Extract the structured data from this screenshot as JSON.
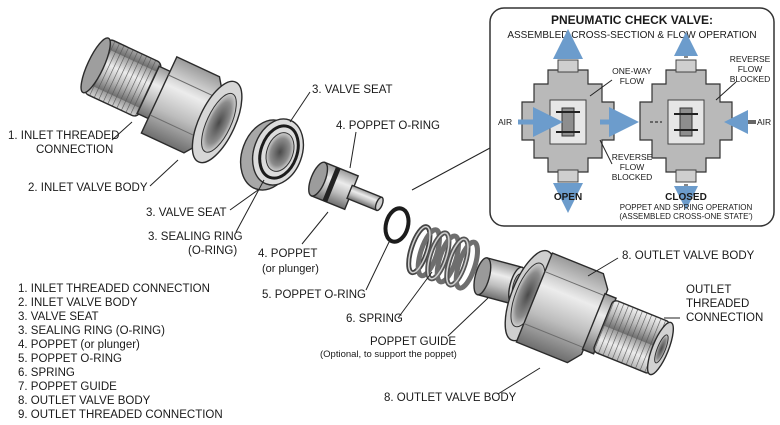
{
  "callouts": {
    "inlet_threaded_line1": "1. INLET THREADED",
    "inlet_threaded_line2": "CONNECTION",
    "inlet_valve_body": "2. INLET VALVE BODY",
    "valve_seat_top": "3. VALVE SEAT",
    "poppet_oring_top": "4. POPPET O-RING",
    "valve_seat_left": "3. VALVE SEAT",
    "sealing_ring_line1": "3. SEALING RING",
    "sealing_ring_line2": "(O-RING)",
    "poppet_line1": "4. POPPET",
    "poppet_line2": "(or plunger)",
    "poppet_oring_bottom": "5. POPPET O-RING",
    "spring": "6. SPRING",
    "poppet_guide": "POPPET GUIDE",
    "poppet_guide_note": "(Optional, to support the poppet)",
    "outlet_valve_body_top": "8. OUTLET VALVE BODY",
    "outlet_threaded_line1": "OUTLET",
    "outlet_threaded_line2": "THREADED",
    "outlet_threaded_line3": "CONNECTION",
    "outlet_valve_body_bottom": "8. OUTLET VALVE BODY"
  },
  "parts_list": [
    "1. INLET THREADED CONNECTION",
    "2. INLET VALVE BODY",
    "3. VALVE SEAT",
    "3. SEALING RING (O-RING)",
    "4. POPPET (or plunger)",
    "5. POPPET O-RING",
    "6. SPRING",
    "7. POPPET GUIDE",
    "8. OUTLET VALVE BODY",
    "9. OUTLET THREADED CONNECTION"
  ],
  "inset": {
    "title": "PNEUMATIC CHECK VALVE:",
    "subtitle": "ASSEMBLED CROSS-SECTION & FLOW OPERATION",
    "air_left": "AIR",
    "air_right": "AIR",
    "one_way_flow_line1": "ONE-WAY",
    "one_way_flow_line2": "FLOW",
    "reverse_flow_top_line1": "REVERSE",
    "reverse_flow_top_line2": "FLOW",
    "reverse_flow_top_line3": "BLOCKED",
    "reverse_flow_mid_line1": "REVERSE",
    "reverse_flow_mid_line2": "FLOW",
    "reverse_flow_mid_line3": "BLOCKED",
    "open_label": "OPEN",
    "closed_label": "CLOSED",
    "footer_line1": "POPPET AND SPRING OPERATION",
    "footer_line2": "(ASSEMBLED CROSS-ONE STATE')"
  },
  "colors": {
    "metal_light": "#e3e3e3",
    "metal_mid": "#b8b8b8",
    "metal_dark": "#7d7d7d",
    "flow_arrow": "#6c9ccc",
    "oring": "#1c1c1c",
    "frame": "#333333"
  }
}
